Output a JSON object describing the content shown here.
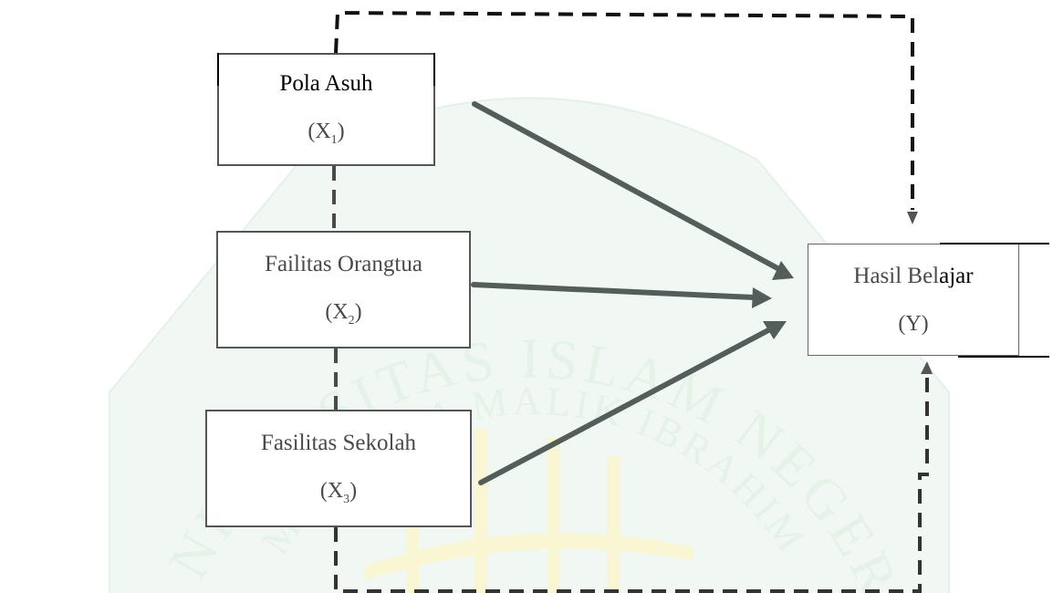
{
  "nodes": {
    "x1": {
      "title": "Pola Asuh",
      "var_main": "X",
      "var_sub": "1"
    },
    "x2": {
      "title": "Failitas Orangtua",
      "var_main": "X",
      "var_sub": "2"
    },
    "x3": {
      "title": "Fasilitas Sekolah",
      "var_main": "X",
      "var_sub": "3"
    },
    "y": {
      "title_a": "Hasil Bel",
      "title_b": "ajar",
      "var_main": "Y"
    }
  },
  "watermark": {
    "line1": "UNIVERSITAS ISLAM NEGERI",
    "line2": "MAULANA MALIK IBRAHIM",
    "color": "#bfe3cc"
  },
  "colors": {
    "solid_arrow": "#535d59",
    "dashed_line": "#4a4a4a",
    "dashed_top": "#111111",
    "box_border": "#555555"
  },
  "edges": [
    {
      "from": "x1",
      "to": "y",
      "style": "solid"
    },
    {
      "from": "x2",
      "to": "y",
      "style": "solid"
    },
    {
      "from": "x3",
      "to": "y",
      "style": "solid"
    },
    {
      "from": "x1",
      "to": "y",
      "style": "dashed"
    },
    {
      "from": "x3",
      "to": "y",
      "style": "dashed"
    },
    {
      "from": "x1",
      "to": "x2",
      "style": "dashed"
    },
    {
      "from": "x2",
      "to": "x3",
      "style": "dashed"
    }
  ]
}
